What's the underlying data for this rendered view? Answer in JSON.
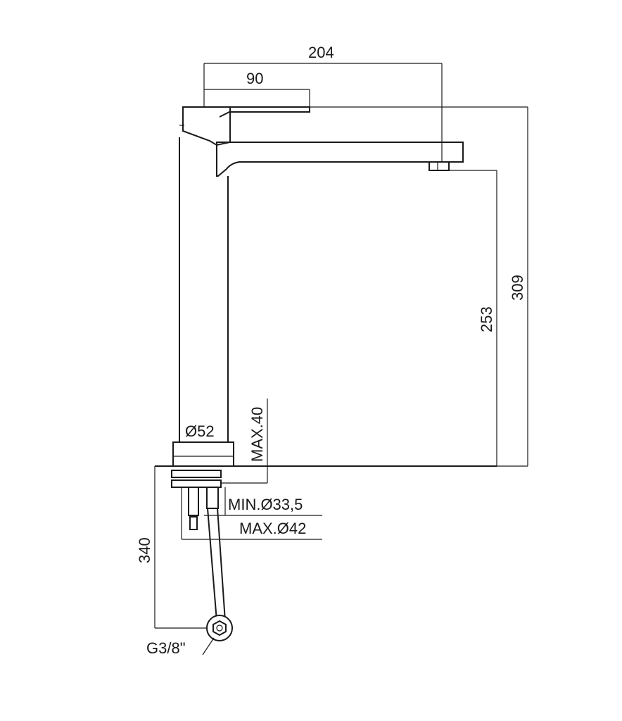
{
  "dimensions": {
    "spout_reach": "204",
    "handle_length": "90",
    "total_height": "309",
    "spout_height": "253",
    "max_deck_thickness": "MAX.40",
    "base_diameter": "Ø52",
    "min_hole_diameter": "MIN.Ø33,5",
    "max_hole_diameter": "MAX.Ø42",
    "hose_length": "340",
    "connection_thread": "G3/8\""
  }
}
